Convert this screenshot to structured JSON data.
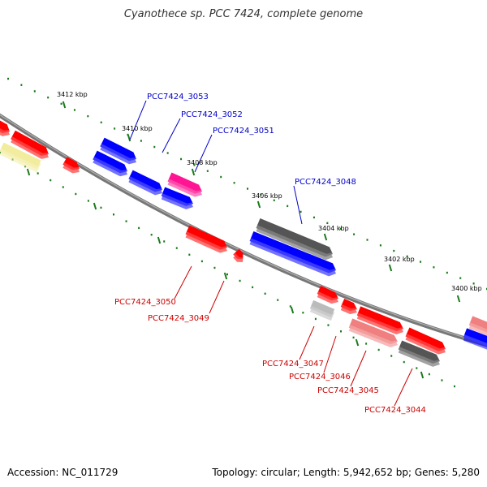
{
  "title": "Cyanothece sp. PCC 7424, complete genome",
  "footer": {
    "accession": "Accession: NC_011729",
    "summary": "Topology: circular; Length: 5,942,652 bp; Genes: 5,280"
  },
  "colors": {
    "backbone": "#808080",
    "forward_label": "#0000cc",
    "reverse_label": "#cc0000",
    "tick": "#1a7a1a"
  },
  "scale_labels": [
    "3412 kbp",
    "3410 kbp",
    "3408 kbp",
    "3406 kbp",
    "3404 kbp",
    "3402 kbp",
    "3400 kbp"
  ],
  "gene_labels": {
    "forward": [
      "PCC7424_3053",
      "PCC7424_3052",
      "PCC7424_3051",
      "PCC7424_3048"
    ],
    "reverse": [
      "PCC7424_3050",
      "PCC7424_3049",
      "PCC7424_3047",
      "PCC7424_3046",
      "PCC7424_3045",
      "PCC7424_3044"
    ]
  }
}
